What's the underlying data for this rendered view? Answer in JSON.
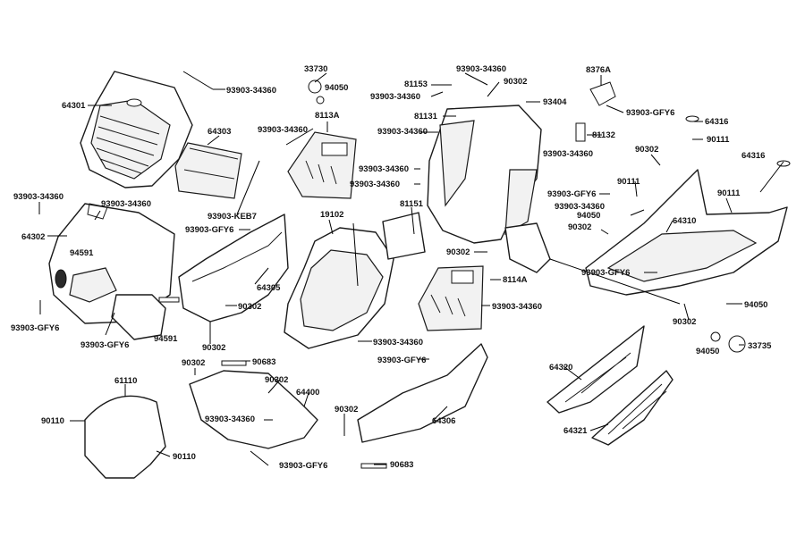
{
  "labels": {
    "p64301": "64301",
    "p93903_34360_a": "93903-34360",
    "p64303": "64303",
    "p93903_KEB7": "93903-KEB7",
    "p93903_34360_b": "93903-34360",
    "p93903_34360_c": "93903-34360",
    "p64302": "64302",
    "p94591_a": "94591",
    "p94591_b": "94591",
    "p93903_GFY6_a": "93903-GFY6",
    "p93903_GFY6_b": "93903-GFY6",
    "p93903_GFY6_c": "93903-GFY6",
    "p64305": "64305",
    "p90302_a": "90302",
    "p90302_b": "90302",
    "p33730": "33730",
    "p94050_a": "94050",
    "p8113A": "8113A",
    "p93903_34360_d": "93903-34360",
    "p19102": "19102",
    "p93903_34360_e": "93903-34360",
    "p93903_34360_f": "93903-34360",
    "p81153": "81153",
    "p93903_34360_g": "93903-34360",
    "p90302_c": "90302",
    "p81131": "81131",
    "p93404": "93404",
    "p93903_34360_h": "93903-34360",
    "p93903_34360_i": "93903-34360",
    "p93903_34360_j": "93903-34360",
    "p81151": "81151",
    "p90302_d": "90302",
    "p8114A": "8114A",
    "p93903_34360_k": "93903-34360",
    "p8376A": "8376A",
    "p93903_GFY6_d": "93903-GFY6",
    "p64316_a": "64316",
    "p81132": "81132",
    "p90302_e": "90302",
    "p90111_a": "90111",
    "p64316_b": "64316",
    "p90111_b": "90111",
    "p90111_c": "90111",
    "p93903_GFY6_e": "93903-GFY6",
    "p93903_34360_l": "93903-34360",
    "p94050_b": "94050",
    "p90302_f": "90302",
    "p64310": "64310",
    "p93903_GFY6_f": "93903-GFY6",
    "p94050_c": "94050",
    "p90302_g": "90302",
    "p93903_34360_m": "93903-34360",
    "p93903_GFY6_g": "93903-GFY6",
    "p64306": "64306",
    "p90302_h": "90302",
    "p90683_a": "90683",
    "p90302_i": "90302",
    "p64400": "64400",
    "p93903_34360_n": "93903-34360",
    "p93903_GFY6_h": "93903-GFY6",
    "p61110": "61110",
    "p90110_a": "90110",
    "p90110_b": "90110",
    "p90302_j": "90302",
    "p90683_b": "90683",
    "p64320": "64320",
    "p64321": "64321",
    "p94050_d": "94050",
    "p33735": "33735"
  }
}
